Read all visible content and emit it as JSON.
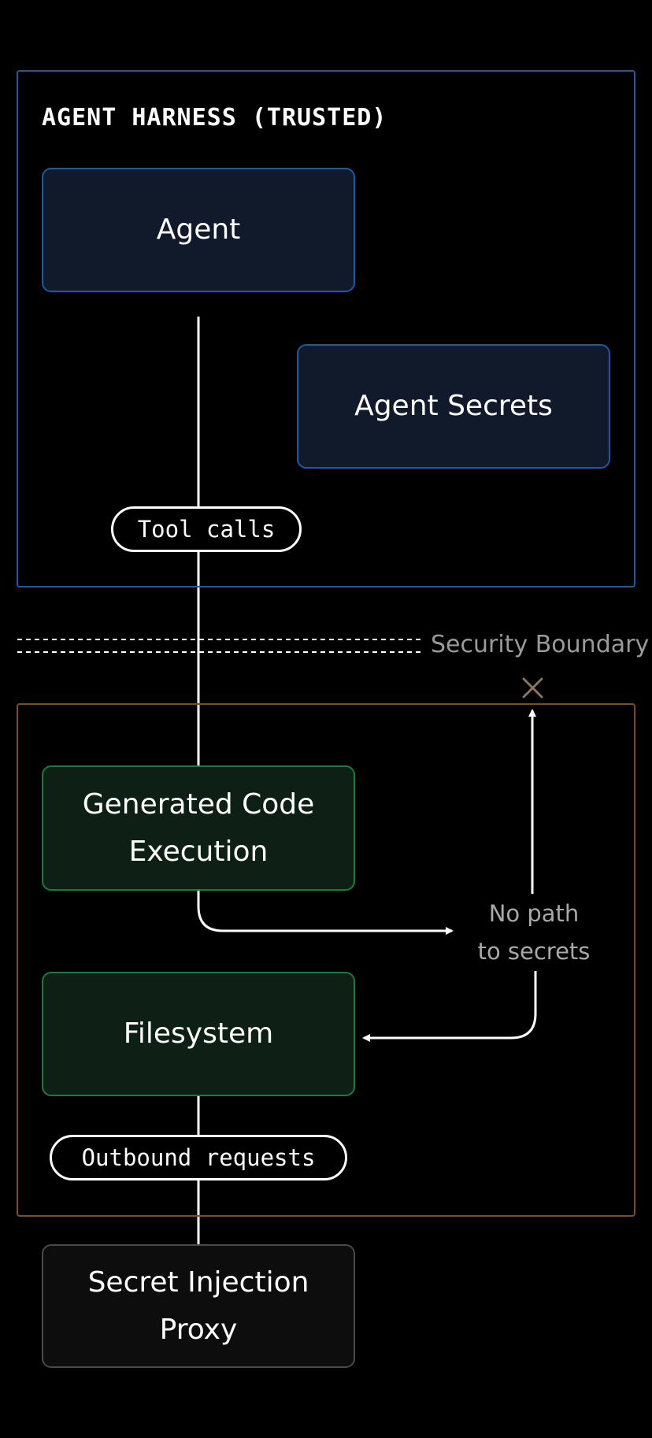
{
  "regions": {
    "trusted": {
      "title": "AGENT HARNESS (TRUSTED)",
      "color": "#1c5aa8"
    },
    "untrusted": {
      "color": "#7a4e21"
    }
  },
  "nodes": {
    "agent": "Agent",
    "agent_secrets": "Agent Secrets",
    "generated_code": "Generated Code\nExecution",
    "filesystem": "Filesystem",
    "secret_proxy": "Secret Injection\nProxy"
  },
  "edge_labels": {
    "tool_calls": "Tool calls",
    "outbound_requests": "Outbound requests"
  },
  "boundary": {
    "label": "Security Boundary"
  },
  "annotation": {
    "no_path": "No path\nto secrets"
  },
  "colors": {
    "trusted_node_fill": "#111a2a",
    "sandbox_node_fill": "#0e1f15",
    "sandbox_node_border": "#1f7a3a",
    "blocked_marker": "#8a7560",
    "line": "#ffffff"
  }
}
